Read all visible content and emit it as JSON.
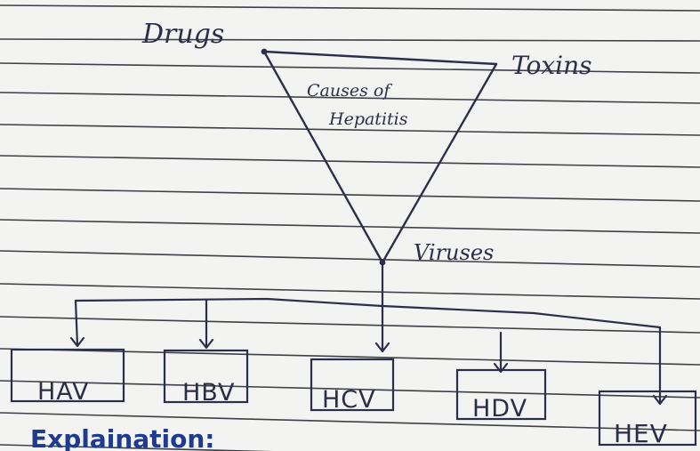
{
  "diagram": {
    "top_labels": {
      "left": "Drugs",
      "right": "Toxins",
      "funnel_line1": "Causes of",
      "funnel_line2": "Hepatitis"
    },
    "branch_label": "Viruses",
    "virus_boxes": [
      "HAV",
      "HBV",
      "HCV",
      "HDV",
      "HEV"
    ],
    "section_heading": "Explaination:"
  },
  "colors": {
    "paper": "#f3f3f1",
    "ruled_line": "#3f3f47",
    "ink": "#2b2f4a",
    "heading_ink": "#1f3b8f"
  }
}
